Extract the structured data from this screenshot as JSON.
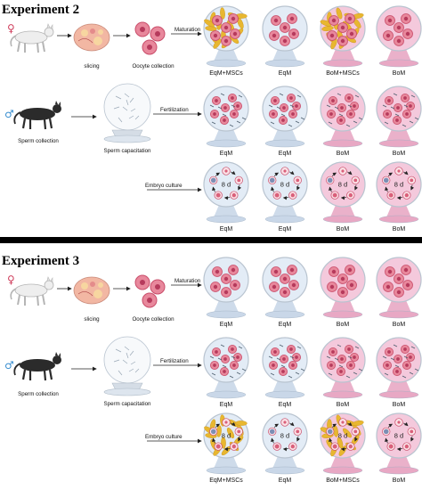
{
  "experiments": [
    {
      "title": "Experiment 2",
      "sperm_symbol": "♂",
      "female_symbol": "♀",
      "prep": {
        "slicing": "slicing",
        "oocyte": "Oocyte collection",
        "sperm": "Sperm collection",
        "capacitation": "Sperm capacitation"
      },
      "stages": [
        {
          "name": "Maturation",
          "kind": "oocyte",
          "dishes": [
            {
              "label": "EqM+MSCs",
              "medium": "eqm",
              "mscs": true
            },
            {
              "label": "EqM",
              "medium": "eqm",
              "mscs": false
            },
            {
              "label": "BoM+MSCs",
              "medium": "bom",
              "mscs": true
            },
            {
              "label": "BoM",
              "medium": "bom",
              "mscs": false
            }
          ]
        },
        {
          "name": "Fertilization",
          "kind": "fert",
          "dishes": [
            {
              "label": "EqM",
              "medium": "eqm",
              "mscs": false
            },
            {
              "label": "EqM",
              "medium": "eqm",
              "mscs": false
            },
            {
              "label": "BoM",
              "medium": "bom",
              "mscs": false
            },
            {
              "label": "BoM",
              "medium": "bom",
              "mscs": false
            }
          ]
        },
        {
          "name": "Embryo culture",
          "kind": "embryo",
          "dishes": [
            {
              "label": "EqM",
              "medium": "eqm",
              "mscs": false
            },
            {
              "label": "EqM",
              "medium": "eqm",
              "mscs": false
            },
            {
              "label": "BoM",
              "medium": "bom",
              "mscs": false
            },
            {
              "label": "BoM",
              "medium": "bom",
              "mscs": false
            }
          ]
        }
      ]
    },
    {
      "title": "Experiment 3",
      "sperm_symbol": "♂",
      "female_symbol": "♀",
      "prep": {
        "slicing": "slicing",
        "oocyte": "Oocyte collection",
        "sperm": "Sperm collection",
        "capacitation": "Sperm capacitation"
      },
      "stages": [
        {
          "name": "Maturation",
          "kind": "oocyte",
          "dishes": [
            {
              "label": "EqM",
              "medium": "eqm",
              "mscs": false
            },
            {
              "label": "EqM",
              "medium": "eqm",
              "mscs": false
            },
            {
              "label": "BoM",
              "medium": "bom",
              "mscs": false
            },
            {
              "label": "BoM",
              "medium": "bom",
              "mscs": false
            }
          ]
        },
        {
          "name": "Fertilization",
          "kind": "fert",
          "dishes": [
            {
              "label": "EqM",
              "medium": "eqm",
              "mscs": false
            },
            {
              "label": "EqM",
              "medium": "eqm",
              "mscs": false
            },
            {
              "label": "BoM",
              "medium": "bom",
              "mscs": false
            },
            {
              "label": "BoM",
              "medium": "bom",
              "mscs": false
            }
          ]
        },
        {
          "name": "Embryo culture",
          "kind": "embryo",
          "dishes": [
            {
              "label": "EqM+MSCs",
              "medium": "eqm",
              "mscs": true
            },
            {
              "label": "EqM",
              "medium": "eqm",
              "mscs": false
            },
            {
              "label": "BoM+MSCs",
              "medium": "bom",
              "mscs": true
            },
            {
              "label": "BoM",
              "medium": "bom",
              "mscs": false
            }
          ]
        }
      ]
    }
  ],
  "embryo_days": "8 d",
  "colors": {
    "eqm_fill": "#e3ecf6",
    "eqm_dish": "#c9d7e8",
    "bom_fill": "#f4c9dc",
    "bom_dish": "#e8a8c4",
    "oocyte": "#d9607a",
    "oocyte_core": "#b63a5c",
    "mscs": "#e8b730",
    "divider": "#000000",
    "female": "#d0405e",
    "male": "#3a8fd0"
  },
  "icons": [
    "cat-icon",
    "ovary-icon",
    "oocyte-icon",
    "sperm-icon",
    "petri-dish-icon",
    "magnifier-icon"
  ]
}
